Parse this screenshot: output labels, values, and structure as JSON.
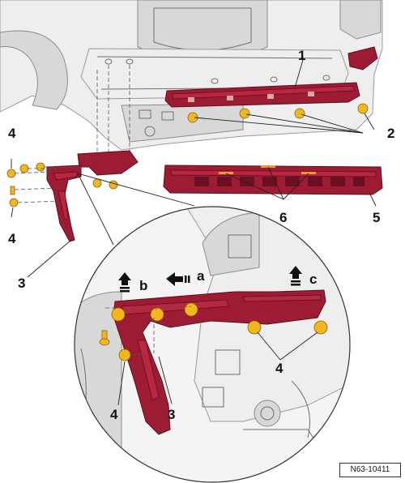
{
  "callouts": {
    "c1": "1",
    "c2": "2",
    "c3_upper": "3",
    "c4_top": "4",
    "c4_mid": "4",
    "c5": "5",
    "c6": "6",
    "c3_zoom": "3",
    "c4_zoom_left": "4",
    "c4_zoom_right": "4",
    "a": "a",
    "b": "b",
    "c": "c"
  },
  "reference_code": "N63-10411",
  "colors": {
    "bracket": "#9e1c33",
    "clip": "#f2b61f",
    "body": "#eeeeee"
  },
  "icons": {
    "up_arrow_b": "up-arrow-icon",
    "up_arrow_c": "up-arrow-icon",
    "slide_arrow_a": "left-motion-arrow-icon"
  }
}
